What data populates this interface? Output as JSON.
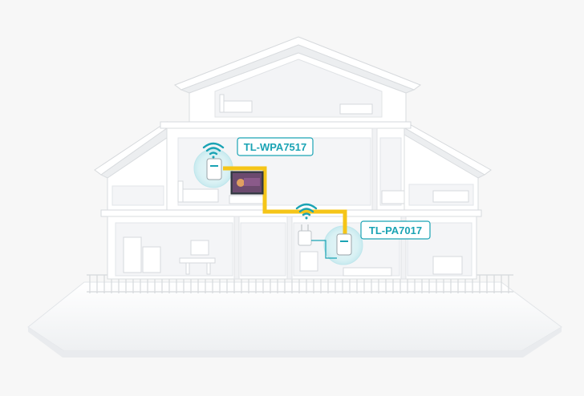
{
  "devices": [
    {
      "model": "TL-WPA7517",
      "role": "wifi-extender"
    },
    {
      "model": "TL-PA7017",
      "role": "powerline-adapter"
    }
  ],
  "colors": {
    "background": "#f7f7f7",
    "house_fill": "#ffffff",
    "house_line": "#d9dcdf",
    "house_shade": "#eceef0",
    "accent": "#1aa3b4",
    "accent_glow": "#d9f1f4",
    "powerline": "#f5c518"
  },
  "icons": [
    "wifi-icon",
    "wifi-icon"
  ]
}
